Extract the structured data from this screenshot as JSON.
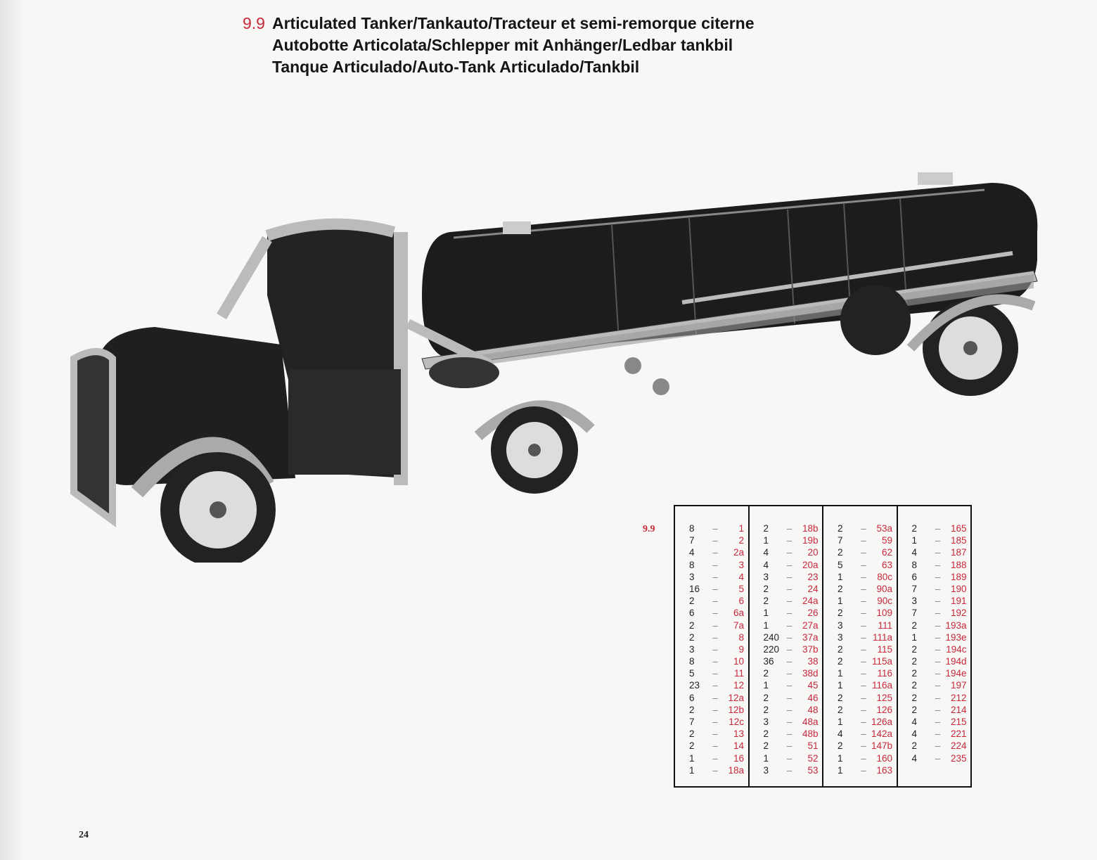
{
  "model_number": "9.9",
  "title_lines": [
    "Articulated Tanker/Tankauto/Tracteur et semi-remorque citerne",
    "Autobotte Articolata/Schlepper mit Anhänger/Ledbar tankbil",
    "Tanque Articulado/Auto-Tank Articulado/Tankbil"
  ],
  "parts_label": "9.9",
  "parts_columns": [
    [
      [
        "8",
        "1"
      ],
      [
        "7",
        "2"
      ],
      [
        "4",
        "2a"
      ],
      [
        "8",
        "3"
      ],
      [
        "3",
        "4"
      ],
      [
        "16",
        "5"
      ],
      [
        "2",
        "6"
      ],
      [
        "6",
        "6a"
      ],
      [
        "2",
        "7a"
      ],
      [
        "2",
        "8"
      ],
      [
        "3",
        "9"
      ],
      [
        "8",
        "10"
      ],
      [
        "5",
        "11"
      ],
      [
        "23",
        "12"
      ],
      [
        "6",
        "12a"
      ],
      [
        "2",
        "12b"
      ],
      [
        "7",
        "12c"
      ],
      [
        "2",
        "13"
      ],
      [
        "2",
        "14"
      ],
      [
        "1",
        "16"
      ],
      [
        "1",
        "18a"
      ]
    ],
    [
      [
        "2",
        "18b"
      ],
      [
        "1",
        "19b"
      ],
      [
        "4",
        "20"
      ],
      [
        "4",
        "20a"
      ],
      [
        "3",
        "23"
      ],
      [
        "2",
        "24"
      ],
      [
        "2",
        "24a"
      ],
      [
        "1",
        "26"
      ],
      [
        "1",
        "27a"
      ],
      [
        "240",
        "37a"
      ],
      [
        "220",
        "37b"
      ],
      [
        "36",
        "38"
      ],
      [
        "2",
        "38d"
      ],
      [
        "1",
        "45"
      ],
      [
        "2",
        "46"
      ],
      [
        "2",
        "48"
      ],
      [
        "3",
        "48a"
      ],
      [
        "2",
        "48b"
      ],
      [
        "2",
        "51"
      ],
      [
        "1",
        "52"
      ],
      [
        "3",
        "53"
      ]
    ],
    [
      [
        "2",
        "53a"
      ],
      [
        "7",
        "59"
      ],
      [
        "2",
        "62"
      ],
      [
        "5",
        "63"
      ],
      [
        "1",
        "80c"
      ],
      [
        "2",
        "90a"
      ],
      [
        "1",
        "90c"
      ],
      [
        "2",
        "109"
      ],
      [
        "3",
        "111"
      ],
      [
        "3",
        "111a"
      ],
      [
        "2",
        "115"
      ],
      [
        "2",
        "115a"
      ],
      [
        "1",
        "116"
      ],
      [
        "1",
        "116a"
      ],
      [
        "2",
        "125"
      ],
      [
        "2",
        "126"
      ],
      [
        "1",
        "126a"
      ],
      [
        "4",
        "142a"
      ],
      [
        "2",
        "147b"
      ],
      [
        "1",
        "160"
      ],
      [
        "1",
        "163"
      ]
    ],
    [
      [
        "2",
        "165"
      ],
      [
        "1",
        "185"
      ],
      [
        "4",
        "187"
      ],
      [
        "8",
        "188"
      ],
      [
        "6",
        "189"
      ],
      [
        "7",
        "190"
      ],
      [
        "3",
        "191"
      ],
      [
        "7",
        "192"
      ],
      [
        "2",
        "193a"
      ],
      [
        "1",
        "193e"
      ],
      [
        "2",
        "194c"
      ],
      [
        "2",
        "194d"
      ],
      [
        "2",
        "194e"
      ],
      [
        "2",
        "197"
      ],
      [
        "2",
        "212"
      ],
      [
        "2",
        "214"
      ],
      [
        "4",
        "215"
      ],
      [
        "4",
        "221"
      ],
      [
        "2",
        "224"
      ],
      [
        "4",
        "235"
      ]
    ]
  ],
  "page_number": "24",
  "colors": {
    "accent_red": "#c8283a",
    "ink": "#151515",
    "paper": "#f7f7f5"
  }
}
